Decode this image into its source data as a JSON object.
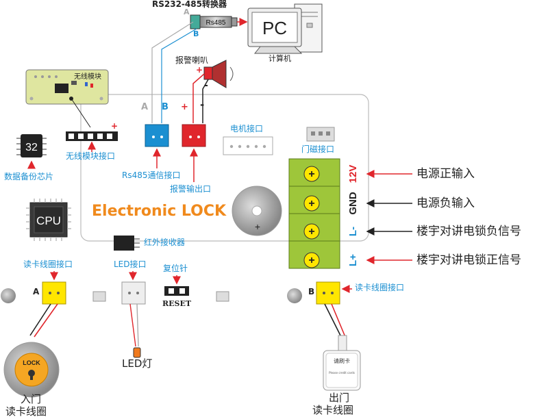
{
  "top": {
    "converter_title": "RS232-485转换器",
    "converter_label": "Rs485",
    "pc_label": "PC",
    "pc_caption": "计算机",
    "wire_a": "A",
    "wire_b": "B"
  },
  "alarm": {
    "title": "报警喇叭",
    "plus": "+",
    "minus": "-"
  },
  "wireless": {
    "module_title": "无线模块",
    "port_label": "无线模块接口",
    "plus": "+"
  },
  "board": {
    "brand": "Electronic LOCK",
    "a_label": "A",
    "b_label": "B",
    "plus": "+",
    "minus": "-",
    "rs485_port": "Rs485通信接口",
    "alarm_port": "报警输出口",
    "motor_port": "电机接口",
    "door_port": "门磁接口",
    "backup_chip": "数据备份芯片",
    "chip_number": "32",
    "cpu_label": "CPU",
    "ir_receiver": "红外接收器",
    "buzzer_plus": "+"
  },
  "terminals": [
    {
      "plus": "+",
      "code": "12V",
      "desc": "电源正输入"
    },
    {
      "plus": "+",
      "code": "GND",
      "desc": "电源负输入"
    },
    {
      "plus": "+",
      "code": "L-",
      "desc": "楼宇对讲电锁负信号"
    },
    {
      "plus": "+",
      "code": "L+",
      "desc": "楼宇对讲电锁正信号"
    }
  ],
  "bottom": {
    "reader_port_a": "读卡线圈接口",
    "reader_port_b": "读卡线圈接口",
    "a_label": "A",
    "b_label": "B",
    "led_port": "LED接口",
    "reset_title": "复位针",
    "reset_label": "RESET",
    "led_light": "LED灯",
    "lock_text": "LOCK",
    "entry_line1": "入门",
    "entry_line2": "读卡线圈",
    "exit_line1": "出门",
    "exit_line2": "读卡线圈",
    "card_title": "请刷卡",
    "card_sub": "Please credit cards"
  },
  "colors": {
    "blue": "#1b8fd1",
    "red": "#e0262c",
    "terminal_green": "#9ec63a",
    "brand_orange": "#f08a1d",
    "connector_yellow": "#ffe600"
  }
}
